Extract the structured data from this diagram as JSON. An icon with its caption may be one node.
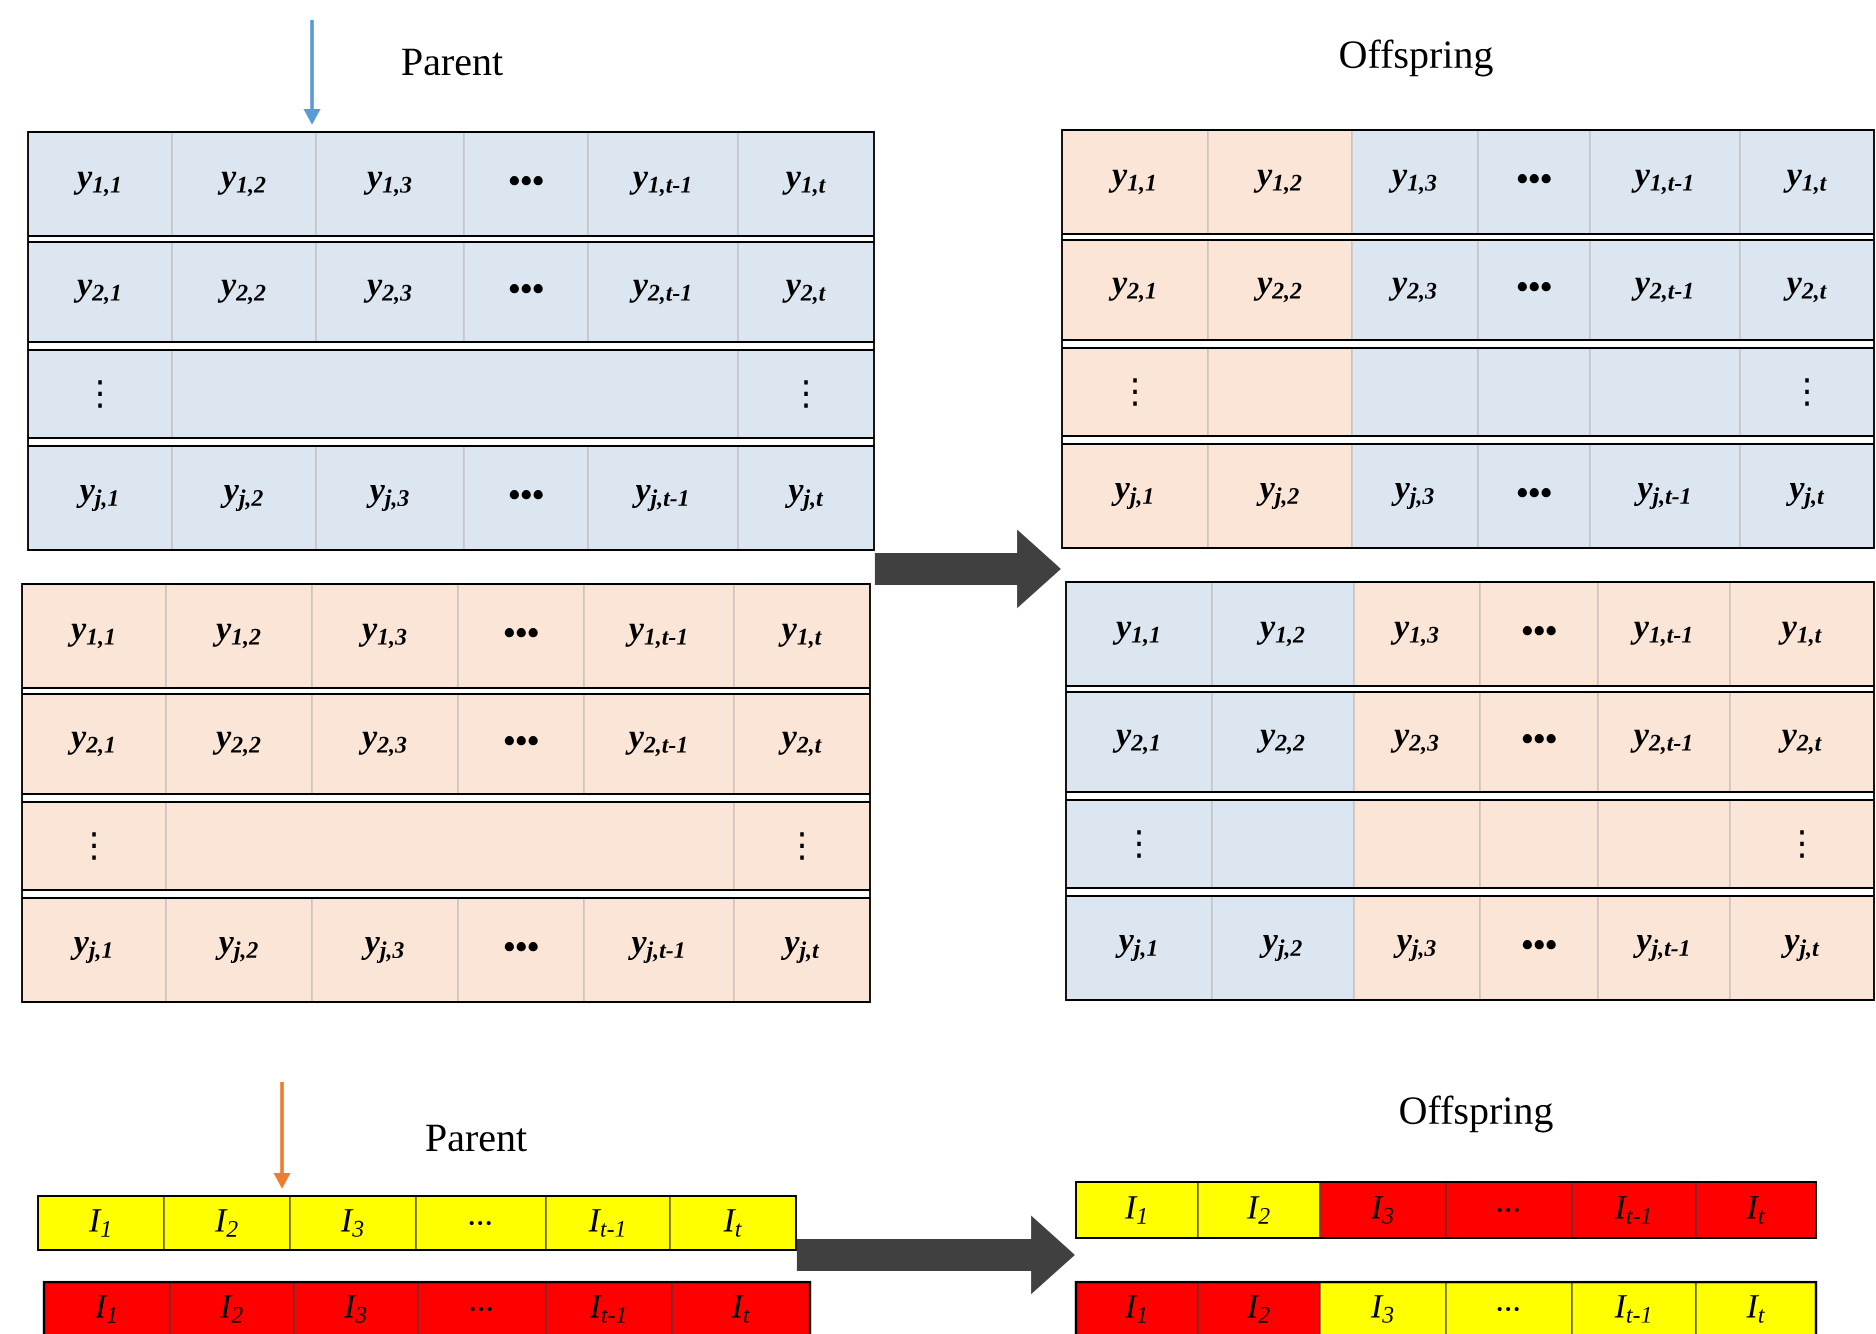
{
  "diagram": {
    "nodes": [
      {
        "text": [
          "Parent"
        ]
      },
      {
        "text": [
          "y$_{1,1}$"
        ],
        "in": 0
      },
      {
        "text": [
          "y$_{1,2}$"
        ],
        "in": 0
      },
      {
        "text": [
          "y$_{1,3}$"
        ],
        "in": 0
      },
      {
        "text": [
          "•••"
        ],
        "in": 0
      },
      {
        "text": [
          "y$_{1,t-1}$"
        ],
        "in": 0
      },
      {
        "text": [
          "y$_{1,t}$"
        ],
        "in": 0
      },
      {
        "text": [
          "y$_{2,1}$"
        ],
        "in": 0
      },
      {
        "text": [
          "y$_{2,2}$"
        ],
        "in": 0
      },
      {
        "text": [
          "y$_{2,3}$"
        ],
        "in": 0
      },
      {
        "text": [
          "•••"
        ],
        "in": 0
      },
      {
        "text": [
          "y$_{2,t-1}$"
        ],
        "in": 0
      },
      {
        "text": [
          "y$_{2,t}$"
        ],
        "in": 0
      },
      {
        "text": [
          "⋮"
        ],
        "in": 0
      },
      {
        "text": [],
        "shape": "box",
        "in": 0
      },
      {
        "text": [
          "⋮"
        ],
        "in": 0
      },
      {
        "text": [
          "y$_{j,1}$"
        ],
        "in": 0
      },
      {
        "text": [
          "y$_{j,2}$"
        ],
        "in": 0
      },
      {
        "text": [
          "y$_{j,3}$"
        ],
        "in": 0
      },
      {
        "text": [
          "•••"
        ],
        "in": 0
      },
      {
        "text": [
          "y$_{j,t-1}$"
        ],
        "in": 0
      },
      {
        "text": [
          "y$_{j,t}$"
        ],
        "in": 0
      },
      {
        "text": [],
        "shape": "box"
      },
      {
        "text": [
          "y$_{1,1}$"
        ],
        "in": 22
      },
      {
        "text": [
          "y$_{1,2}$"
        ],
        "in": 22
      },
      {
        "text": [
          "y$_{1,3}$"
        ],
        "in": 22
      },
      {
        "text": [
          "•••"
        ],
        "in": 22
      },
      {
        "text": [
          "y$_{1,t-1}$"
        ],
        "in": 22
      },
      {
        "text": [
          "y$_{1,t}$"
        ],
        "in": 22
      },
      {
        "text": [
          "y$_{2,1}$"
        ],
        "in": 22
      },
      {
        "text": [
          "y$_{2,2}$"
        ],
        "in": 22
      },
      {
        "text": [
          "y$_{2,3}$"
        ],
        "in": 22
      },
      {
        "text": [
          "•••"
        ],
        "in": 22
      },
      {
        "text": [
          "y$_{2,t-1}$"
        ],
        "in": 22
      },
      {
        "text": [
          "y$_{2,t}$"
        ],
        "in": 22
      },
      {
        "text": [
          "⋮"
        ],
        "in": 22
      },
      {
        "text": [],
        "shape": "box",
        "in": 22
      },
      {
        "text": [
          "⋮"
        ],
        "in": 22
      },
      {
        "text": [
          "y$_{j,1}$"
        ],
        "in": 22
      },
      {
        "text": [
          "y$_{j,2}$"
        ],
        "in": 22
      },
      {
        "text": [
          "y$_{j,3}$"
        ],
        "in": 22
      },
      {
        "text": [
          "•••"
        ],
        "in": 22
      },
      {
        "text": [
          "y$_{j,t-1}$"
        ],
        "in": 22
      },
      {
        "text": [
          "y$_{j,t}$"
        ],
        "in": 22
      },
      {
        "text": [
          "Offspring"
        ]
      },
      {
        "text": [
          "y$_{1,1}$"
        ],
        "in": 44
      },
      {
        "text": [
          "y$_{1,2}$"
        ],
        "in": 44
      },
      {
        "text": [
          "y$_{1,3}$"
        ],
        "in": 44
      },
      {
        "text": [
          "•••"
        ],
        "in": 44
      },
      {
        "text": [
          "y$_{1,t-1}$"
        ],
        "in": 44
      },
      {
        "text": [
          "y$_{1,t}$"
        ],
        "in": 44
      },
      {
        "text": [
          "y$_{2,1}$"
        ],
        "in": 44
      },
      {
        "text": [
          "y$_{2,2}$"
        ],
        "in": 44
      },
      {
        "text": [
          "y$_{2,3}$"
        ],
        "in": 44
      },
      {
        "text": [
          "•••"
        ],
        "in": 44
      },
      {
        "text": [
          "y$_{2,t-1}$"
        ],
        "in": 44
      },
      {
        "text": [
          "y$_{2,t}$"
        ],
        "in": 44
      },
      {
        "text": [
          "⋮"
        ],
        "in": 44
      },
      {
        "text": [],
        "shape": "box",
        "in": 44
      },
      {
        "text": [],
        "shape": "box",
        "in": 44
      },
      {
        "text": [],
        "shape": "box",
        "in": 44
      },
      {
        "text": [],
        "shape": "box",
        "in": 44
      },
      {
        "text": [
          "⋮"
        ],
        "in": 44
      },
      {
        "text": [
          "y$_{j,1}$"
        ],
        "in": 44
      },
      {
        "text": [
          "y$_{j,2}$"
        ],
        "in": 44
      },
      {
        "text": [
          "y$_{j,3}$"
        ],
        "in": 44
      },
      {
        "text": [
          "•••"
        ],
        "in": 44
      },
      {
        "text": [
          "y$_{j,t-1}$"
        ],
        "in": 44
      },
      {
        "text": [
          "y$_{j,t}$"
        ],
        "in": 44
      },
      {
        "text": [],
        "shape": "box"
      },
      {
        "text": [
          "y$_{1,1}$"
        ],
        "in": 69
      },
      {
        "text": [
          "y$_{1,2}$"
        ],
        "in": 69
      },
      {
        "text": [
          "y$_{1,3}$"
        ],
        "in": 69
      },
      {
        "text": [
          "•••"
        ],
        "in": 69
      },
      {
        "text": [
          "y$_{1,t-1}$"
        ],
        "in": 69
      },
      {
        "text": [
          "y$_{1,t}$"
        ],
        "in": 69
      },
      {
        "text": [
          "y$_{2,1}$"
        ],
        "in": 69
      },
      {
        "text": [
          "y$_{2,2}$"
        ],
        "in": 69
      },
      {
        "text": [
          "y$_{2,3}$"
        ],
        "in": 69
      },
      {
        "text": [
          "•••"
        ],
        "in": 69
      },
      {
        "text": [
          "y$_{2,t-1}$"
        ],
        "in": 69
      },
      {
        "text": [
          "y$_{2,t}$"
        ],
        "in": 69
      },
      {
        "text": [
          "⋮"
        ],
        "in": 69
      },
      {
        "text": [],
        "shape": "box",
        "in": 69
      },
      {
        "text": [],
        "shape": "box",
        "in": 69
      },
      {
        "text": [],
        "shape": "box",
        "in": 69
      },
      {
        "text": [],
        "shape": "box",
        "in": 69
      },
      {
        "text": [
          "⋮"
        ],
        "in": 69
      },
      {
        "text": [
          "y$_{j,1}$"
        ],
        "in": 69
      },
      {
        "text": [
          "y$_{j,2}$"
        ],
        "in": 69
      },
      {
        "text": [
          "y$_{j,3}$"
        ],
        "in": 69
      },
      {
        "text": [
          "•••"
        ],
        "in": 69
      },
      {
        "text": [
          "y$_{j,t-1}$"
        ],
        "in": 69
      },
      {
        "text": [
          "y$_{j,t}$"
        ],
        "in": 69
      },
      {
        "text": [
          "Parent"
        ]
      },
      {
        "text": [
          "I$_{1}$"
        ],
        "in": 94
      },
      {
        "text": [
          "I$_{2}$"
        ],
        "in": 94
      },
      {
        "text": [
          "I$_{3}$"
        ],
        "in": 94
      },
      {
        "text": [
          "..."
        ],
        "in": 94
      },
      {
        "text": [
          "I$_{t-1}$"
        ],
        "in": 94
      },
      {
        "text": [
          "I$_{t}$"
        ],
        "in": 94
      },
      {
        "text": [],
        "shape": "bar"
      },
      {
        "text": [
          "I$_{1}$"
        ],
        "in": 101
      },
      {
        "text": [
          "I$_{2}$"
        ],
        "in": 101
      },
      {
        "text": [
          "I$_{3}$"
        ],
        "in": 101
      },
      {
        "text": [
          "..."
        ],
        "in": 101
      },
      {
        "text": [
          "I$_{t-1}$"
        ],
        "in": 101
      },
      {
        "text": [
          "I$_{t}$"
        ],
        "in": 101
      },
      {
        "text": [
          "Offspring"
        ]
      },
      {
        "text": [
          "I$_{1}$"
        ],
        "in": 108
      },
      {
        "text": [
          "I$_{2}$"
        ],
        "in": 108
      },
      {
        "text": [
          "I$_{3}$"
        ],
        "in": 108
      },
      {
        "text": [
          "..."
        ],
        "in": 108
      },
      {
        "text": [
          "I$_{t-1}$"
        ],
        "in": 108
      },
      {
        "text": [
          "I$_{t}$"
        ],
        "in": 108
      },
      {
        "text": [],
        "shape": "bar"
      },
      {
        "text": [
          "I$_{1}$"
        ],
        "in": 115
      },
      {
        "text": [
          "I$_{2}$"
        ],
        "in": 115
      },
      {
        "text": [
          "I$_{3}$"
        ],
        "in": 115
      },
      {
        "text": [
          "..."
        ],
        "in": 115
      },
      {
        "text": [
          "I$_{t-1}$"
        ],
        "in": 115
      },
      {
        "text": [
          "I$_{t}$"
        ],
        "in": 115
      }
    ],
    "edges": [
      {
        "from": null,
        "to": 0,
        "arrow": "to",
        "color": "#5b9bd5"
      },
      {
        "from": 0,
        "to": 44,
        "arrow": "to",
        "style": "thick",
        "color": "#404040"
      },
      {
        "from": null,
        "to": 94,
        "arrow": "to",
        "color": "#ed7d31"
      },
      {
        "from": 94,
        "to": 108,
        "arrow": "to",
        "style": "thick",
        "color": "#404040"
      }
    ]
  }
}
